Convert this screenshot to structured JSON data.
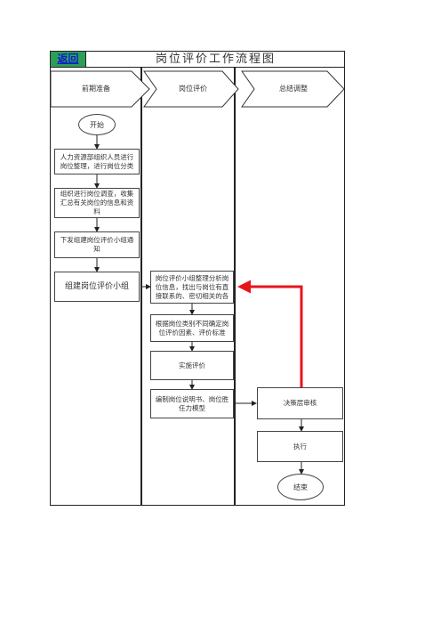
{
  "header": {
    "back_label": "返回",
    "title": "岗位评价工作流程图"
  },
  "lanes": [
    {
      "label": "前期准备"
    },
    {
      "label": "岗位评价"
    },
    {
      "label": "总结调整"
    }
  ],
  "nodes": {
    "start": "开始",
    "hr_organize": "人力资源部组织人员进行岗位整理，进行岗位分类",
    "survey": "组织进行岗位调查，收集汇总有关岗位的信息和资料",
    "notice": "下发组建岗位评价小组通知",
    "form_group": "组建岗位评价小组",
    "analyze": "岗位评价小组整理分析岗位信息，找出与岗位有直接联系的、密切相关的各",
    "determine": "根据岗位类别不同确定岗位评价因素、评价标准",
    "implement": "实施评价",
    "compile": "编制岗位说明书、岗位胜任力模型",
    "review": "决策层审核",
    "execute": "执行",
    "end": "结束"
  },
  "colors": {
    "back_bg": "#2e9e57",
    "back_text": "#0b1fd0",
    "feedback_arrow": "#e8141c"
  }
}
